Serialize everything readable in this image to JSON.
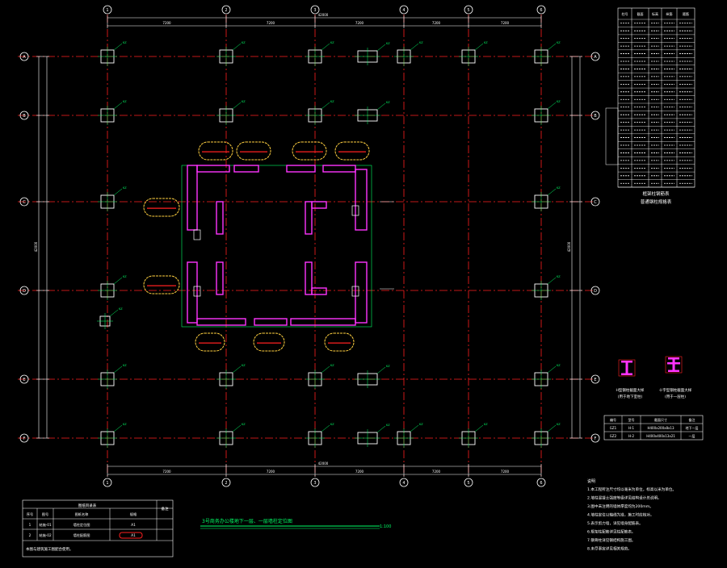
{
  "drawing": {
    "title": "3号商务办公楼地下一层、一层墙柱定位图",
    "scale": "1:100",
    "background": "#000000",
    "colors": {
      "grid_axis": "#ff2020",
      "dimension": "#ffffff",
      "wall": "#ff33ff",
      "column": "#ffffff",
      "column_tag": "#00ff66",
      "cloud": "#ffd040",
      "table_line": "#ffffff",
      "title_line": "#00ff66"
    },
    "axes_top": [
      "1",
      "2",
      "3",
      "4",
      "5",
      "6"
    ],
    "axes_left": [
      "A",
      "B",
      "C",
      "D",
      "E",
      "F"
    ],
    "top_dim_total": "42000",
    "bottom_dim_total": "42000",
    "left_dim_total": "42000",
    "right_dim_total": "42000"
  },
  "column_table": {
    "title": "框架柱钢筋表",
    "subtitle": "普通钢柱规格表",
    "headers": [
      "柱号",
      "截面",
      "标高",
      "纵筋",
      "箍筋"
    ],
    "row_count": 22
  },
  "detail_sections": {
    "left_caption": "H型钢柱截面大样",
    "left_subcaption": "(用于地下室柱)",
    "right_caption": "十字型钢柱截面大样",
    "right_subcaption": "(用于一层柱)"
  },
  "notes": {
    "heading": "说明",
    "lines": [
      "1.本工程所注尺寸均以毫米为单位，标高以米为单位。",
      "2.墙柱混凝土强度等级详见结构设计总说明。",
      "3.图中未注明的墙体厚度均为200mm。",
      "4.墙柱定位以轴线为准，施工时应核对。",
      "5.表示剪力墙，详见墙身配筋表。",
      "6.框架柱配筋详见柱配筋表。",
      "7.钢骨柱详见钢结构施工图。",
      "8.未尽事宜详见相关规范。"
    ]
  },
  "small_table": {
    "headers": [
      "编号",
      "型号",
      "截面尺寸",
      "备注"
    ],
    "rows": [
      [
        "GZ1",
        "H-1",
        "H400x200x8x13",
        "地下一层"
      ],
      [
        "GZ2",
        "H-2",
        "H400x400x13x21",
        "一层"
      ]
    ]
  },
  "title_block": {
    "header": "图纸目录表",
    "right_label": "备注",
    "rows": [
      [
        "序号",
        "图号",
        "图纸名称",
        "规格"
      ],
      [
        "1",
        "结施-01",
        "墙柱定位图",
        "A1"
      ],
      [
        "2",
        "结施-02",
        "墙柱配筋图",
        "A1"
      ]
    ],
    "footer": "本图与建筑施工图配合使用。"
  }
}
